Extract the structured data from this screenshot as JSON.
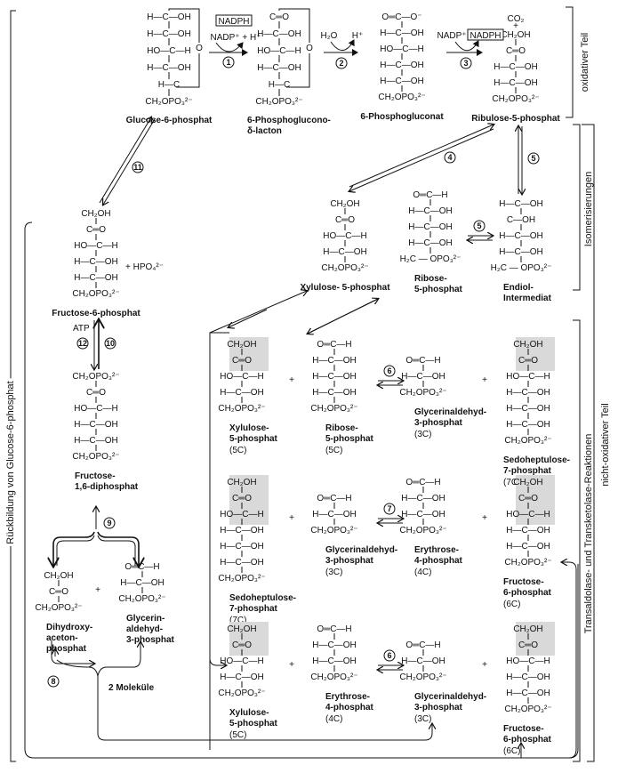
{
  "title": "Pentosephosphatweg",
  "sections": {
    "oxidative": "oxidativer Teil",
    "isomerization": "Isomerisierungen",
    "transaldolase": "Transaldolase- und Transketolase-Reaktionen",
    "non_oxidative": "nicht-oxidativer Teil",
    "regeneration": "Rückbildung von Glucose-6-phosphat"
  },
  "cofactors": {
    "nadph": "NADPH",
    "nadp_h": "NADP⁺ + H⁺",
    "nadp": "NADP⁺",
    "h2o": "H₂O",
    "h": "H⁺",
    "co2": "CO₂",
    "plus": "+",
    "hpo4": "+ HPO₄²⁻",
    "atp": "ATP",
    "two_molecules": "2 Moleküle"
  },
  "steps": [
    "1",
    "2",
    "3",
    "4",
    "5",
    "5",
    "6",
    "7",
    "6",
    "8",
    "9",
    "10",
    "11",
    "12"
  ],
  "molecules": {
    "g6p": {
      "name": "Glucose-6-phosphat",
      "rows": [
        "H—C—OH",
        "H—C—OH",
        "HO—C—H",
        "H—C—OH",
        "H—C",
        "CH₂OPO₃²⁻"
      ],
      "ring_o": "O"
    },
    "pgl": {
      "name1": "6-Phosphoglucono-",
      "name2": "δ-lacton",
      "rows": [
        "C═O",
        "H—C—OH",
        "HO—C—H",
        "H—C—OH",
        "H—C",
        "CH₂OPO₃²⁻"
      ],
      "ring_o": "O"
    },
    "pg": {
      "name": "6-Phosphogluconat",
      "rows": [
        "O═C—O⁻",
        "H—C—OH",
        "HO—C—H",
        "H—C—OH",
        "H—C—OH",
        "CH₂OPO₃²⁻"
      ]
    },
    "ru5p": {
      "name": "Ribulose-5-phosphat",
      "rows": [
        "CH₂OH",
        "C═O",
        "H—C—OH",
        "H—C—OH",
        "CH₂OPO₃²⁻"
      ]
    },
    "xu5p_iso": {
      "name": "Xylulose- 5-phosphat",
      "rows": [
        "CH₂OH",
        "C═O",
        "HO—C—H",
        "H—C—OH",
        "CH₂OPO₃²⁻"
      ]
    },
    "r5p_iso": {
      "name1": "Ribose-",
      "name2": "5-phosphat",
      "rows": [
        "O═C—H",
        "H—C—OH",
        "H—C—OH",
        "H—C—OH",
        "H₂C — OPO₃²⁻"
      ]
    },
    "endiol": {
      "name1": "Endiol-",
      "name2": "Intermediat",
      "rows": [
        "H—C—OH",
        "C—OH",
        "H—C—OH",
        "H—C—OH",
        "H₂C — OPO₃²⁻"
      ]
    },
    "f6p": {
      "name": "Fructose-6-phosphat",
      "rows": [
        "CH₂OH",
        "C═O",
        "HO—C—H",
        "H—C—OH",
        "H—C—OH",
        "CH₂OPO₃²⁻"
      ]
    },
    "fbp": {
      "name1": "Fructose-",
      "name2": "1,6-diphosphat",
      "rows": [
        "CH₂OPO₃²⁻",
        "C═O",
        "HO—C—H",
        "H—C—OH",
        "H—C—OH",
        "CH₂OPO₃²⁻"
      ]
    },
    "dhap": {
      "name1": "Dihydroxy-",
      "name2": "aceton-",
      "name3": "phosphat",
      "rows": [
        "CH₂OH",
        "C═O",
        "CH₂OPO₃²⁻"
      ]
    },
    "gap_left": {
      "name1": "Glycerin-",
      "name2": "aldehyd-",
      "name3": "3-phosphat",
      "rows": [
        "O═C—H",
        "H—C—OH",
        "CH₂OPO₃²⁻"
      ]
    }
  },
  "reactions": [
    {
      "step": "6",
      "items": [
        {
          "name1": "Xylulose-",
          "name2": "5-phosphat",
          "count": "(5C)",
          "rows": [
            "CH₂OH",
            "C═O",
            "HO—C—H",
            "H—C—OH",
            "CH₂OPO₃²⁻"
          ]
        },
        {
          "name1": "Ribose-",
          "name2": "5-phosphat",
          "count": "(5C)",
          "rows": [
            "O═C—H",
            "H—C—OH",
            "H—C—OH",
            "H—C—OH",
            "CH₂OPO₃²⁻"
          ]
        },
        {
          "name1": "Glycerinaldehyd-",
          "name2": "3-phosphat",
          "count": "(3C)",
          "rows": [
            "O═C—H",
            "H—C—OH",
            "CH₂OPO₃²⁻"
          ]
        },
        {
          "name1": "Sedoheptulose-",
          "name2": "7-phosphat",
          "count": "(7C)",
          "rows": [
            "CH₂OH",
            "C═O",
            "HO—C—H",
            "H—C—OH",
            "H—C—OH",
            "H—C—OH",
            "CH₂OPO₃²⁻"
          ]
        }
      ]
    },
    {
      "step": "7",
      "items": [
        {
          "name1": "Sedoheptulose-",
          "name2": "7-phosphat",
          "count": "(7C)",
          "rows": [
            "CH₂OH",
            "C═O",
            "HO—C—H",
            "H—C—OH",
            "H—C—OH",
            "H—C—OH",
            "CH₂OPO₃²⁻"
          ]
        },
        {
          "name1": "Glycerinaldehyd-",
          "name2": "3-phosphat",
          "count": "(3C)",
          "rows": [
            "O═C—H",
            "H—C—OH",
            "CH₂OPO₃²⁻"
          ]
        },
        {
          "name1": "Erythrose-",
          "name2": "4-phosphat",
          "count": "(4C)",
          "rows": [
            "O═C—H",
            "H—C—OH",
            "H—C—OH",
            "CH₂OPO₃²⁻"
          ]
        },
        {
          "name1": "Fructose-",
          "name2": "6-phosphat",
          "count": "(6C)",
          "rows": [
            "CH₂OH",
            "C═O",
            "HO—C—H",
            "H—C—OH",
            "H—C—OH",
            "CH₂OPO₃²⁻"
          ]
        }
      ]
    },
    {
      "step": "6",
      "items": [
        {
          "name1": "Xylulose-",
          "name2": "5-phosphat",
          "count": "(5C)",
          "rows": [
            "CH₂OH",
            "C═O",
            "HO—C—H",
            "H—C—OH",
            "CH₂OPO₃²⁻"
          ]
        },
        {
          "name1": "Erythrose-",
          "name2": "4-phosphat",
          "count": "(4C)",
          "rows": [
            "O═C—H",
            "H—C—OH",
            "H—C—OH",
            "CH₂OPO₃²⁻"
          ]
        },
        {
          "name1": "Glycerinaldehyd-",
          "name2": "3-phosphat",
          "count": "(3C)",
          "rows": [
            "O═C—H",
            "H—C—OH",
            "CH₂OPO₃²⁻"
          ]
        },
        {
          "name1": "Fructose-",
          "name2": "6-phosphat",
          "count": "(6C)",
          "rows": [
            "CH₂OH",
            "C═O",
            "HO—C—H",
            "H—C—OH",
            "H—C—OH",
            "CH₂OPO₃²⁻"
          ]
        }
      ]
    }
  ]
}
